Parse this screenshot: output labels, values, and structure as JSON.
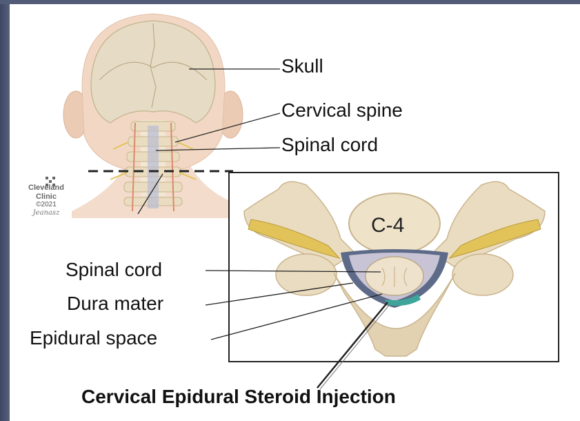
{
  "labels": {
    "skull": "Skull",
    "cervical_spine": "Cervical spine",
    "spinal_cord_top": "Spinal cord",
    "spinal_cord_left": "Spinal cord",
    "dura_mater": "Dura mater",
    "epidural_space": "Epidural space"
  },
  "vertebra_label": "C-4",
  "title": "Cervical Epidural Steroid Injection",
  "watermark": {
    "organization": "Cleveland\nClinic",
    "copyright": "©2021",
    "signature": "Jeanasz"
  },
  "colors": {
    "bone": "#eadcc0",
    "bone_shadow": "#c9b48d",
    "skin": "#f3dccb",
    "dura": "#5d6a88",
    "nerve": "#e2c35a",
    "needle": "#222222",
    "epidural_fluid": "#3fa59b"
  }
}
